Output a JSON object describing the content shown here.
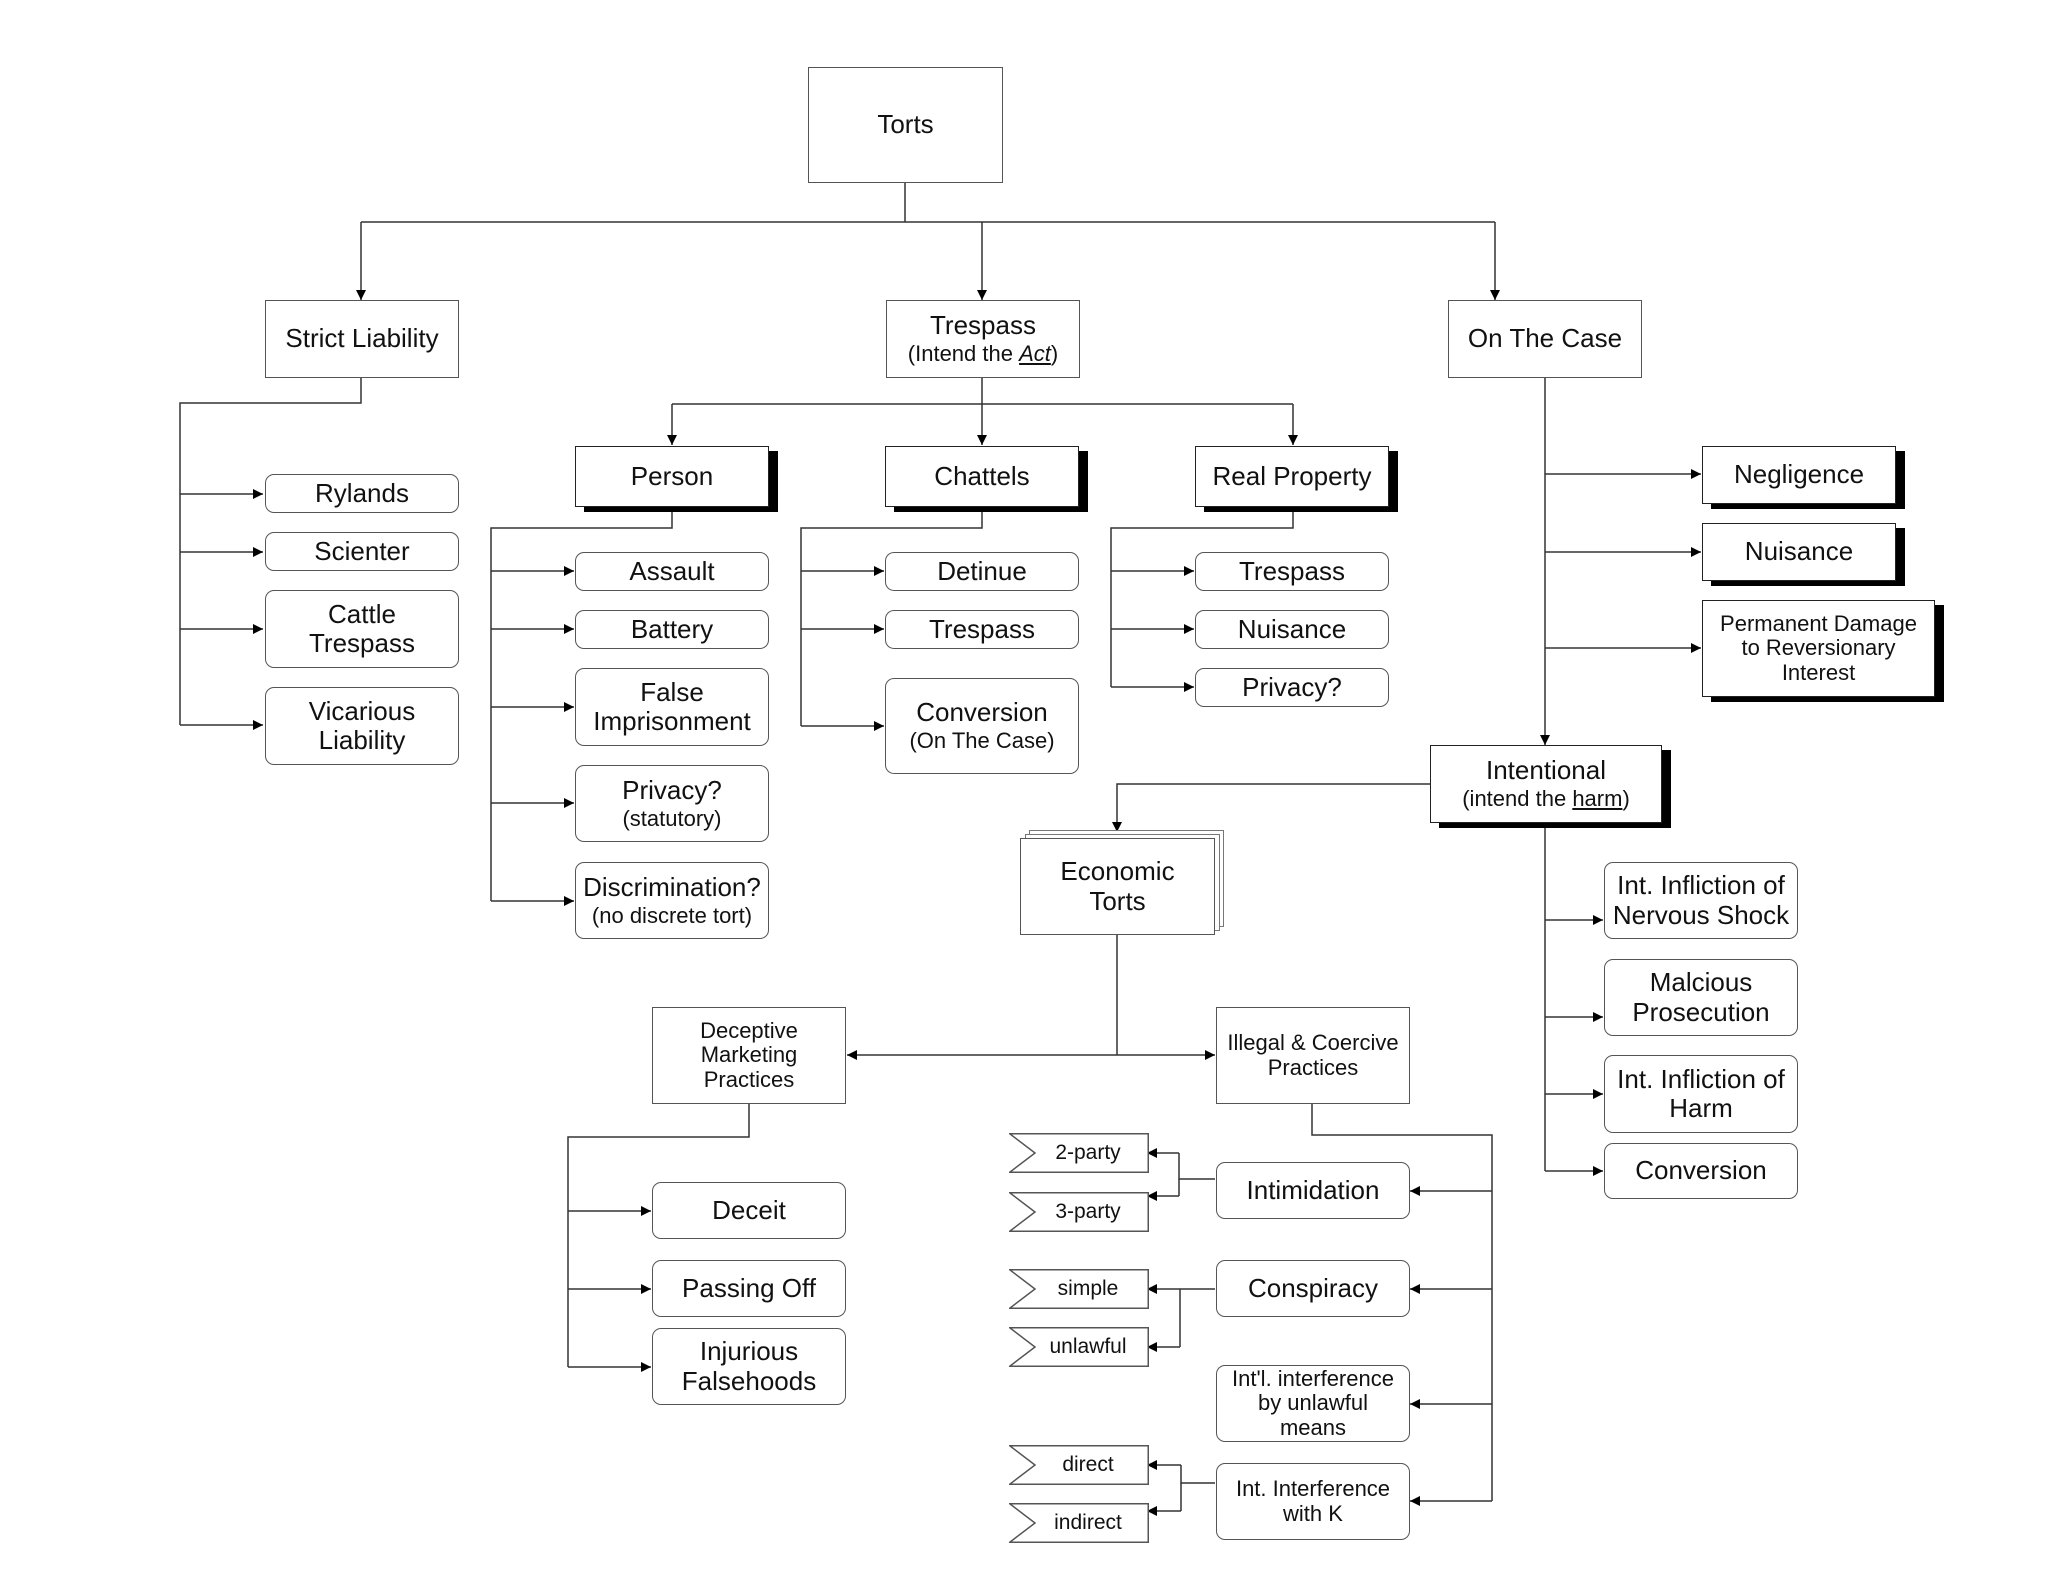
{
  "root": {
    "label": "Torts"
  },
  "strict_liability": {
    "label": "Strict Liability",
    "items": [
      "Rylands",
      "Scienter",
      "Cattle Trespass",
      "Vicarious Liability"
    ]
  },
  "trespass": {
    "label": "Trespass",
    "sub_prefix": "(Intend the ",
    "sub_emph": "Act",
    "sub_suffix": ")",
    "person": {
      "label": "Person",
      "items": [
        {
          "label": "Assault"
        },
        {
          "label": "Battery"
        },
        {
          "label": "False Imprisonment"
        },
        {
          "label": "Privacy?",
          "sub": "(statutory)"
        },
        {
          "label": "Discrimination?",
          "sub": "(no discrete tort)"
        }
      ]
    },
    "chattels": {
      "label": "Chattels",
      "items": [
        {
          "label": "Detinue"
        },
        {
          "label": "Trespass"
        },
        {
          "label": "Conversion",
          "sub": "(On The Case)"
        }
      ]
    },
    "real_property": {
      "label": "Real Property",
      "items": [
        "Trespass",
        "Nuisance",
        "Privacy?"
      ]
    }
  },
  "on_the_case": {
    "label": "On The Case",
    "items": [
      "Negligence",
      "Nuisance",
      "Permanent Damage to Reversionary Interest"
    ],
    "intentional": {
      "label": "Intentional",
      "sub_prefix": "(intend the ",
      "sub_emph": "harm",
      "sub_suffix": ")",
      "items": [
        "Int. Infliction of Nervous Shock",
        "Malcious Prosecution",
        "Int. Infliction of Harm",
        "Conversion"
      ]
    }
  },
  "economic_torts": {
    "label": "Economic Torts",
    "deceptive": {
      "label": "Deceptive Marketing Practices",
      "items": [
        "Deceit",
        "Passing Off",
        "Injurious Falsehoods"
      ]
    },
    "illegal": {
      "label": "Illegal & Coercive Practices",
      "items": [
        {
          "label": "Intimidation",
          "flags": [
            "2-party",
            "3-party"
          ]
        },
        {
          "label": "Conspiracy",
          "flags": [
            "simple",
            "unlawful"
          ]
        },
        {
          "label": "Int'l. interference by unlawful means",
          "flags": []
        },
        {
          "label": "Int. Interference with K",
          "flags": [
            "direct",
            "indirect"
          ]
        }
      ]
    }
  }
}
